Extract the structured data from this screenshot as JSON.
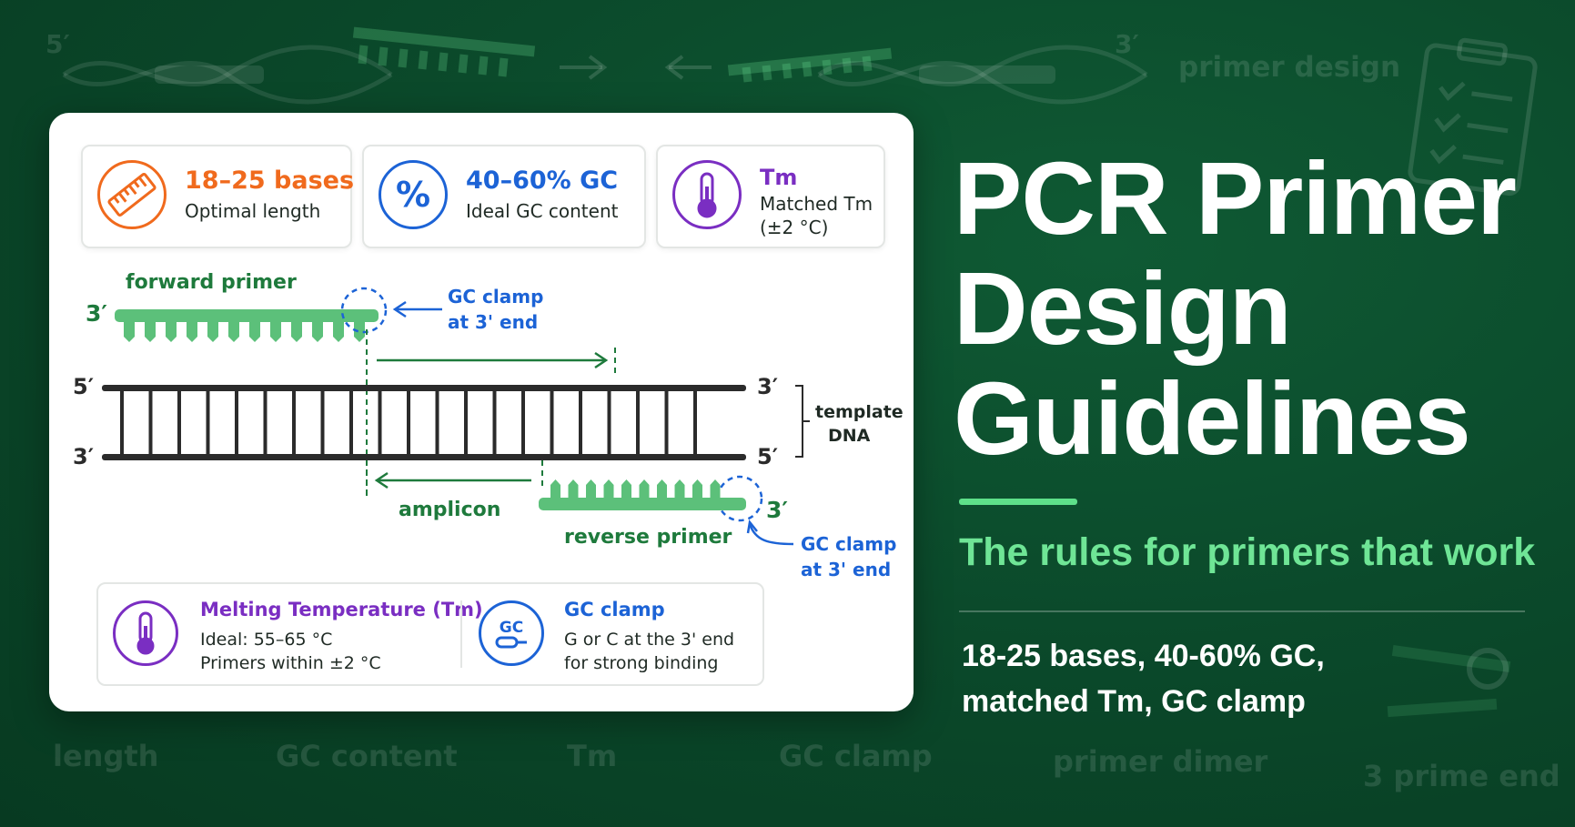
{
  "background_words": {
    "five_prime": "5′",
    "three_prime": "3′",
    "primer_design": "primer design",
    "length": "length",
    "gc_content": "GC content",
    "tm": "Tm",
    "gc_clamp": "GC clamp",
    "primer_dimer": "primer dimer",
    "three_prime_end": "3 prime end"
  },
  "stats": [
    {
      "value": "18–25 bases",
      "desc": "Optimal length",
      "icon": "ruler-icon",
      "color": "#f06a1d"
    },
    {
      "value": "40–60% GC",
      "desc": "Ideal GC content",
      "icon": "percent-icon",
      "color": "#1c63d6"
    },
    {
      "value": "Tm",
      "desc_line1": "Matched Tm",
      "desc_line2": "(±2 °C)",
      "icon": "thermometer-icon",
      "color": "#7a2ec2"
    }
  ],
  "diagram": {
    "forward_primer": "forward primer",
    "reverse_primer": "reverse primer",
    "gc_clamp_line1": "GC clamp",
    "gc_clamp_line2": "at 3' end",
    "amplicon": "amplicon",
    "template_line1": "template",
    "template_line2": "DNA",
    "five_prime": "5′",
    "three_prime": "3′"
  },
  "info": [
    {
      "title": "Melting Temperature (Tm)",
      "line1": "Ideal: 55–65 °C",
      "line2": "Primers within ±2 °C",
      "icon": "thermometer-icon",
      "color": "#7a2ec2"
    },
    {
      "title": "GC clamp",
      "icon_text": "GC",
      "line1": "G or C at the 3' end",
      "line2": "for strong binding",
      "icon": "gc-clamp-icon",
      "color": "#1c63d6"
    }
  ],
  "headline": {
    "line1": "PCR Primer",
    "line2": "Design",
    "line3": "Guidelines",
    "subtitle": "The rules for primers that work",
    "summary_line1": "18-25 bases, 40-60% GC,",
    "summary_line2": "matched Tm, GC clamp"
  },
  "colors": {
    "background": "#0b4a2b",
    "primer_green": "#5cc07a",
    "dark_green_text": "#1e7a3c",
    "accent_green": "#6fe596",
    "dna_strand": "#2b2b2b",
    "gc_blue": "#1c63d6"
  }
}
